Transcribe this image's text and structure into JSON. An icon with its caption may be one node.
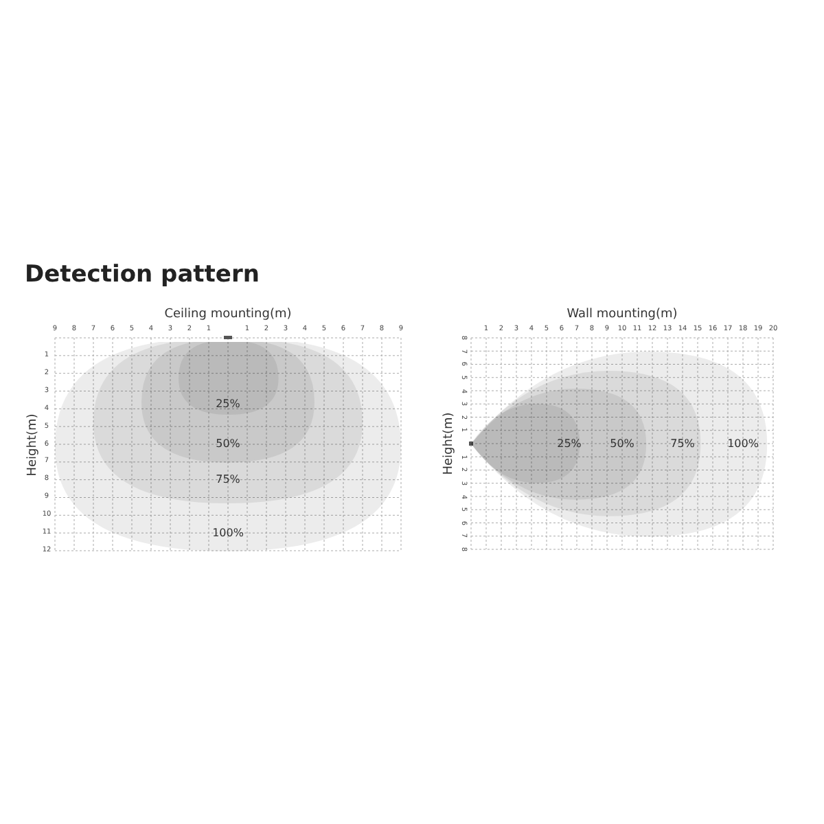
{
  "diagram": {
    "title": "Detection pattern",
    "nodes": [
      {
        "text": [
          "Ceiling mounting(m)"
        ]
      },
      {
        "text": [
          "100%"
        ],
        "in": 0
      },
      {
        "text": [
          "75%"
        ],
        "in": 1
      },
      {
        "text": [
          "50%"
        ],
        "in": 2
      },
      {
        "text": [
          "25%"
        ],
        "in": 3
      },
      {
        "text": [
          "Wall mounting(m)"
        ]
      },
      {
        "text": [
          "100%"
        ],
        "in": 5
      },
      {
        "text": [
          "75%"
        ],
        "in": 6
      },
      {
        "text": [
          "50%"
        ],
        "in": 7
      },
      {
        "text": [
          "25%"
        ],
        "in": 8
      }
    ],
    "edges": [],
    "labels": [
      "9",
      "8",
      "7",
      "6",
      "5",
      "4",
      "3",
      "2",
      "1",
      "1",
      "2",
      "3",
      "4",
      "5",
      "6",
      "7",
      "8",
      "9",
      "1",
      "2",
      "3",
      "4",
      "5",
      "6",
      "7",
      "8",
      "9",
      "10",
      "11",
      "12",
      "Height(m)",
      "1",
      "2",
      "3",
      "4",
      "5",
      "6",
      "7",
      "8",
      "9",
      "10",
      "11",
      "12",
      "13",
      "14",
      "15",
      "16",
      "17",
      "18",
      "19",
      "20",
      "8",
      "7",
      "6",
      "5",
      "4",
      "3",
      "2",
      "1",
      "1",
      "2",
      "3",
      "4",
      "5",
      "6",
      "7",
      "8",
      "Height(m)"
    ]
  }
}
